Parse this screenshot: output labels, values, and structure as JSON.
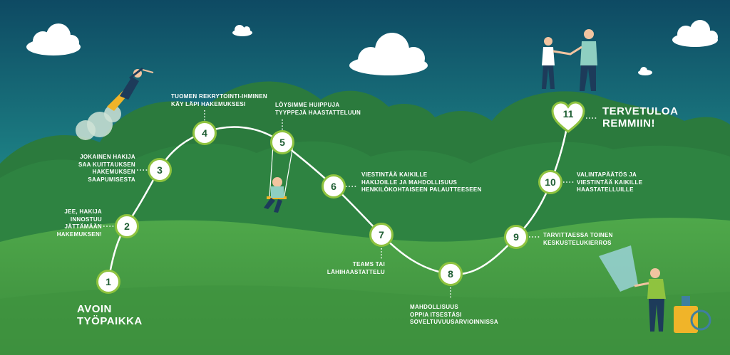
{
  "colors": {
    "sky_top": "#0e4a63",
    "sky_bottom": "#2fb0a6",
    "forest": "#2e7a3e",
    "grass": "#4aa348",
    "path": "#ffffff",
    "node_ring": "#8fc33f",
    "node_text": "#1f5e33"
  },
  "steps": [
    {
      "number": "1",
      "label": ""
    },
    {
      "number": "2",
      "label": "JEE, HAKIJA\nINNOSTUU\nJÄTTÄMÄÄN\nHAKEMUKSEN!"
    },
    {
      "number": "3",
      "label": "JOKAINEN HAKIJA\nSAA KUITTAUKSEN\nHAKEMUKSEN\nSAAPUMISESTA"
    },
    {
      "number": "4",
      "label": "TUOMEN REKRYTOINTI-IHMINEN\nKÄY LÄPI HAKEMUKSESI"
    },
    {
      "number": "5",
      "label": "LÖYSIMME HUIPPUJA\nTYYPPEJÄ HAASTATTELUUN"
    },
    {
      "number": "6",
      "label": "VIESTINTÄÄ KAIKILLE\nHAKIJOILLE JA MAHDOLLISUUS\nHENKILÖKOHTAISEEN PALAUTTEESEEN"
    },
    {
      "number": "7",
      "label": "TEAMS TAI\nLÄHIHAASTATTELU"
    },
    {
      "number": "8",
      "label": "MAHDOLLISUUS\nOPPIA ITSESTÄSI\nSOVELTUVUUSARVIOINNISSA"
    },
    {
      "number": "9",
      "label": "TARVITTAESSA TOINEN\nKESKUSTELUKIERROS"
    },
    {
      "number": "10",
      "label": "VALINTAPÄÄTÖS JA\nVIESTINTÄÄ KAIKILLE\nHAASTATELLUILLE"
    },
    {
      "number": "11",
      "label": ""
    }
  ],
  "start_title": "AVOIN\nTYÖPAIKKA",
  "end_title": "TERVETULOA\nREMMIIN!"
}
